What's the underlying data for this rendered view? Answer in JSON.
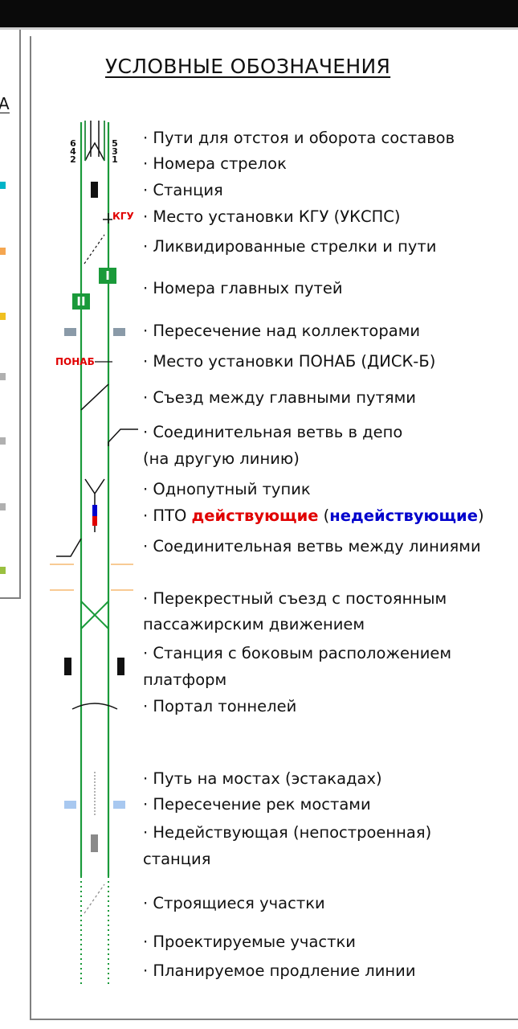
{
  "title": "УСЛОВНЫЕ ОБОЗНАЧЕНИЯ",
  "left_panel": {
    "partial_char": "А",
    "tick_colors": [
      "#00b4c8",
      "#f5a650",
      "#f0c020",
      "#b0b0b0",
      "#b0b0b0",
      "#b0b0b0",
      "#9ac040"
    ]
  },
  "labels": {
    "kgu": "КГУ",
    "ponab": "ПОНАБ",
    "switch_left": [
      "6",
      "4",
      "2"
    ],
    "switch_right": [
      "5",
      "3",
      "1"
    ],
    "main_track_1": "I",
    "main_track_2": "II"
  },
  "colors": {
    "track_green": "#1a9a3a",
    "red": "#e00000",
    "blue": "#0000cc",
    "collector_gray": "#8a9aa8",
    "river_blue": "#a8c8f0",
    "portal_orange": "#f5b870"
  },
  "items": [
    "· Пути для отстоя и оборота составов",
    "· Номера стрелок",
    "· Станция",
    "· Место установки КГУ (УКСПС)",
    "· Ликвидированные стрелки и пути",
    "· Номера главных путей",
    "· Пересечение над коллекторами",
    "· Место установки ПОНАБ (ДИСК-Б)",
    "· Съезд между главными путями",
    "· Соединительная ветвь в депо",
    "(на другую линию)",
    "· Однопутный тупик",
    "· Соединительная ветвь между линиями",
    "· Перекрестный съезд с постоянным",
    "пассажирским движением",
    "· Станция с боковым расположением",
    "платформ",
    "· Портал тоннелей",
    "· Путь на мостах (эстакадах)",
    "· Пересечение рек мостами",
    "· Недействующая (непостроенная)",
    "станция",
    "· Строящиеся участки",
    "· Проектируемые участки",
    "· Планируемое продление линии"
  ],
  "pto": {
    "prefix": "· ПТО ",
    "active": "действующие",
    "open_paren": " (",
    "inactive": "недействующие",
    "close_paren": ")"
  }
}
